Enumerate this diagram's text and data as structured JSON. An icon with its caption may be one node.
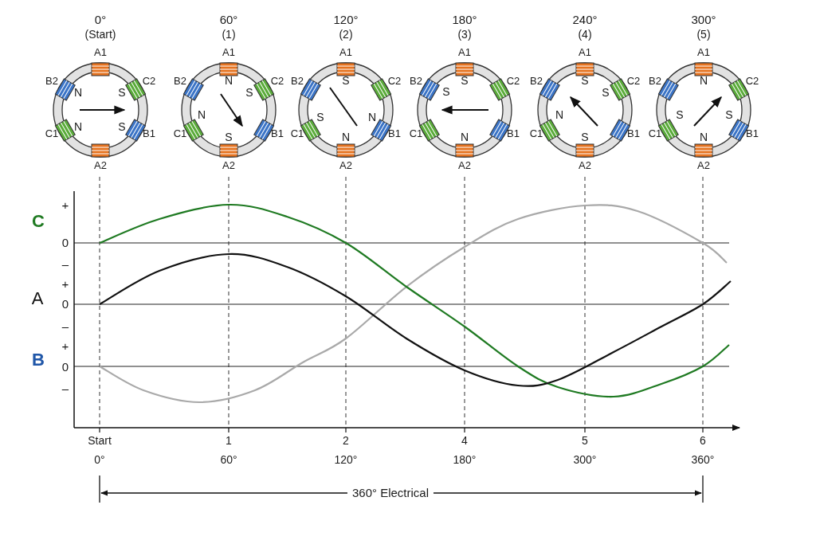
{
  "diagram": {
    "labels": [
      "0°",
      "(Start)",
      "A1",
      "B2",
      "C2",
      "N",
      "S",
      "N",
      "S",
      "C1",
      "B1",
      "A2",
      "60°",
      "(1)",
      "A1",
      "B2",
      "N",
      "C2",
      "S",
      "N",
      "C1",
      "S",
      "B1",
      "A2",
      "120°",
      "(2)",
      "A1",
      "B2",
      "S",
      "C2",
      "S",
      "N",
      "C1",
      "N",
      "B1",
      "A2",
      "180°",
      "(3)",
      "A1",
      "B2",
      "S",
      "C2",
      "S",
      "C1",
      "N",
      "B1",
      "A2",
      "240°",
      "(4)",
      "A1",
      "B2",
      "S",
      "C2",
      "S",
      "N",
      "C1",
      "S",
      "B1",
      "A2",
      "300°",
      "(5)",
      "A1",
      "B2",
      "N",
      "C2",
      "S",
      "S",
      "C1",
      "N",
      "B1",
      "A2",
      "+",
      "C",
      "0",
      "–",
      "+",
      "A",
      "0",
      "–",
      "+",
      "B",
      "0",
      "–",
      "Start",
      "1",
      "2",
      "4",
      "5",
      "6",
      "0°",
      "60°",
      "120°",
      "180°",
      "300°",
      "360°",
      "360° Electrical"
    ]
  }
}
